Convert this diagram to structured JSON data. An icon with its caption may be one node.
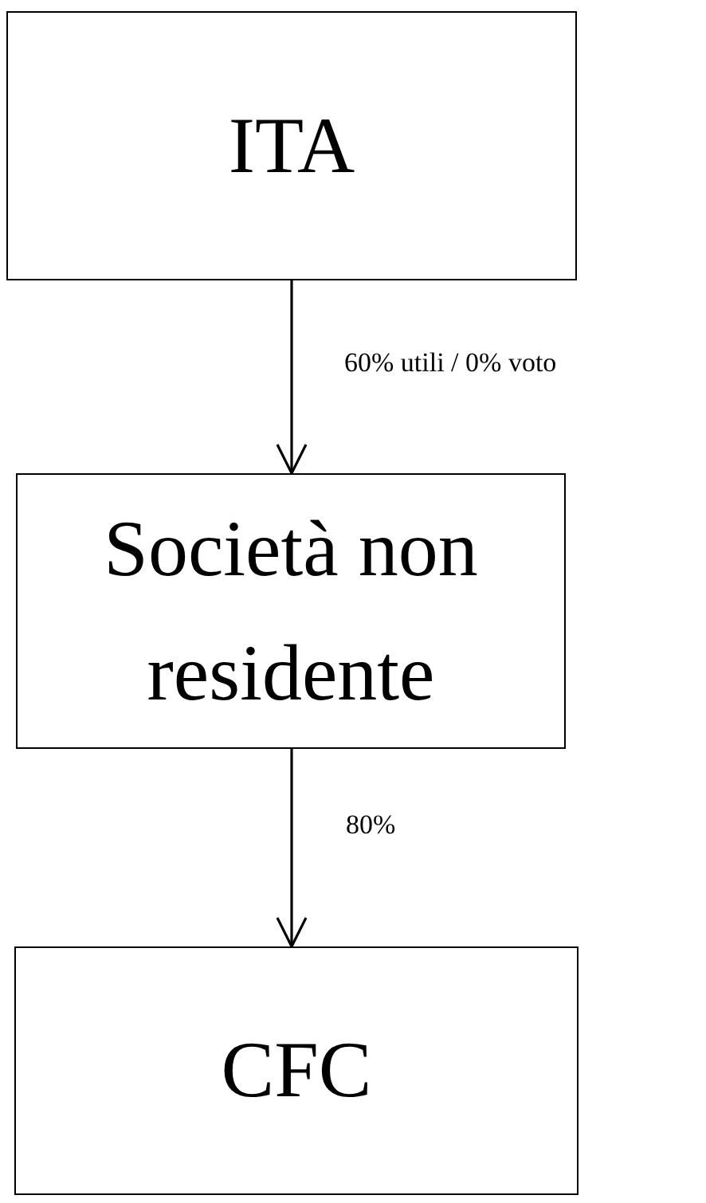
{
  "diagram": {
    "nodes": [
      {
        "text": [
          "ITA"
        ]
      },
      {
        "text": [
          "Società non residente"
        ]
      },
      {
        "text": [
          "CFC"
        ]
      }
    ],
    "edges": [
      {
        "from": 0,
        "to": 1,
        "arrow": "to",
        "label": "60% utili / 0% voto"
      },
      {
        "from": 1,
        "to": 2,
        "arrow": "to",
        "label": "80%"
      }
    ]
  }
}
